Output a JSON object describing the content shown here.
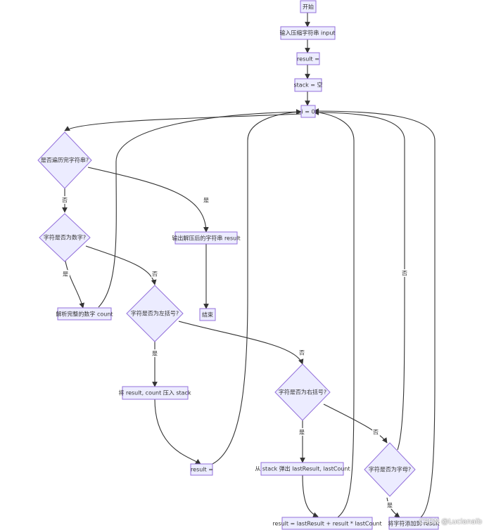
{
  "diagram": {
    "nodes": {
      "start": "开始",
      "input": "输入压缩字符串 input",
      "init_result": "result =",
      "init_stack": "stack = 空",
      "init_i": "i = 0",
      "q_done": "是否遍历完字符串?",
      "output": "输出解压后的字符串 result",
      "end": "结束",
      "q_digit": "字符是否为数字?",
      "parse_count": "解析完整的数字 count",
      "q_lbracket": "字符是否为左括号?",
      "push_stack": "将 result, count 压入 stack",
      "reset_result": "result =",
      "q_rbracket": "字符是否为右括号?",
      "pop_stack": "从 stack 弹出 lastResult, lastCount",
      "q_letter": "字符是否为字母?",
      "combine": "result = lastResult + result * lastCount",
      "append": "将字符添加到 result"
    },
    "edge_labels": {
      "yes": "是",
      "no": "否"
    }
  },
  "watermark": "CSDN @Lucianaib"
}
